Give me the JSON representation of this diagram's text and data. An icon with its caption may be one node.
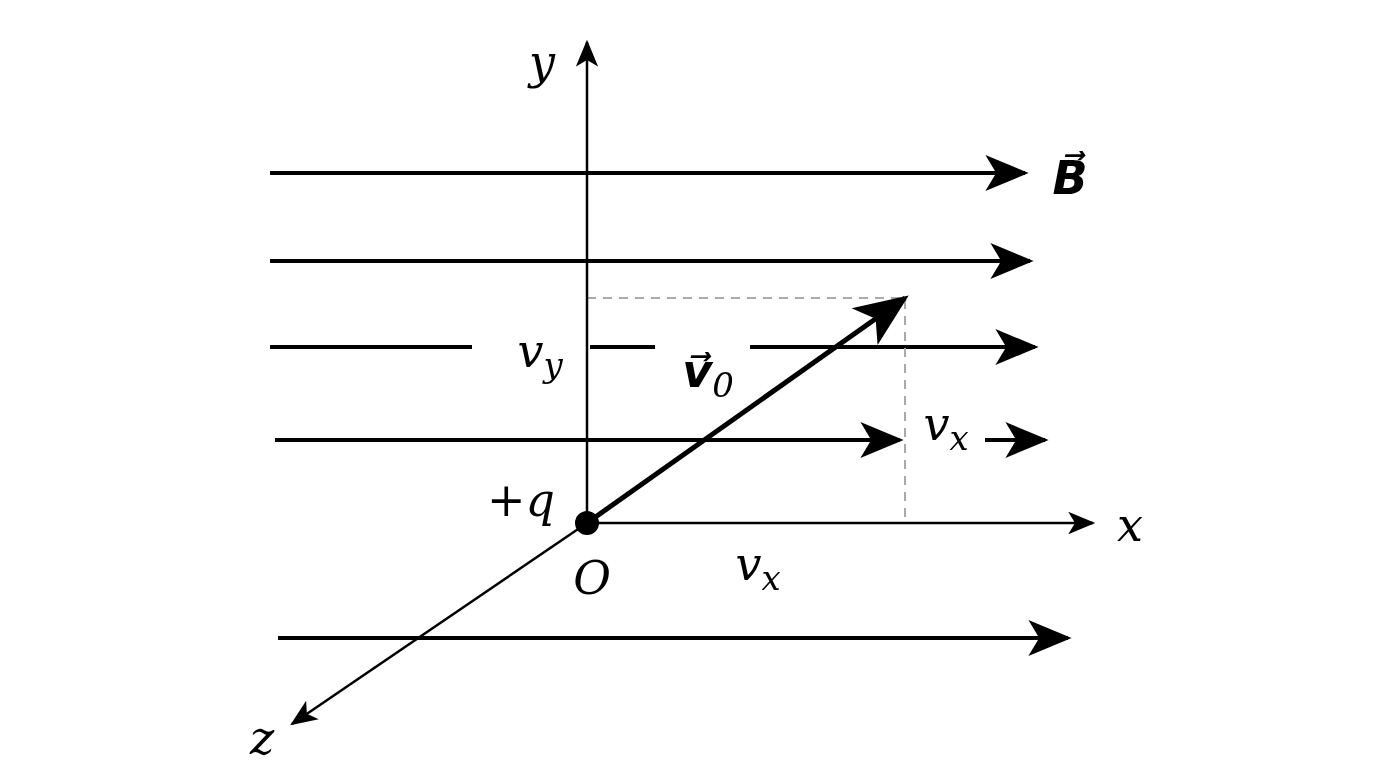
{
  "diagram": {
    "labels": [
      "y",
      "B⃗",
      "v$_{y}$",
      "**v⃗**$_{0}$",
      "v$_{x}$",
      "+q",
      "x",
      "O",
      "v$_{x}$",
      "z"
    ]
  }
}
